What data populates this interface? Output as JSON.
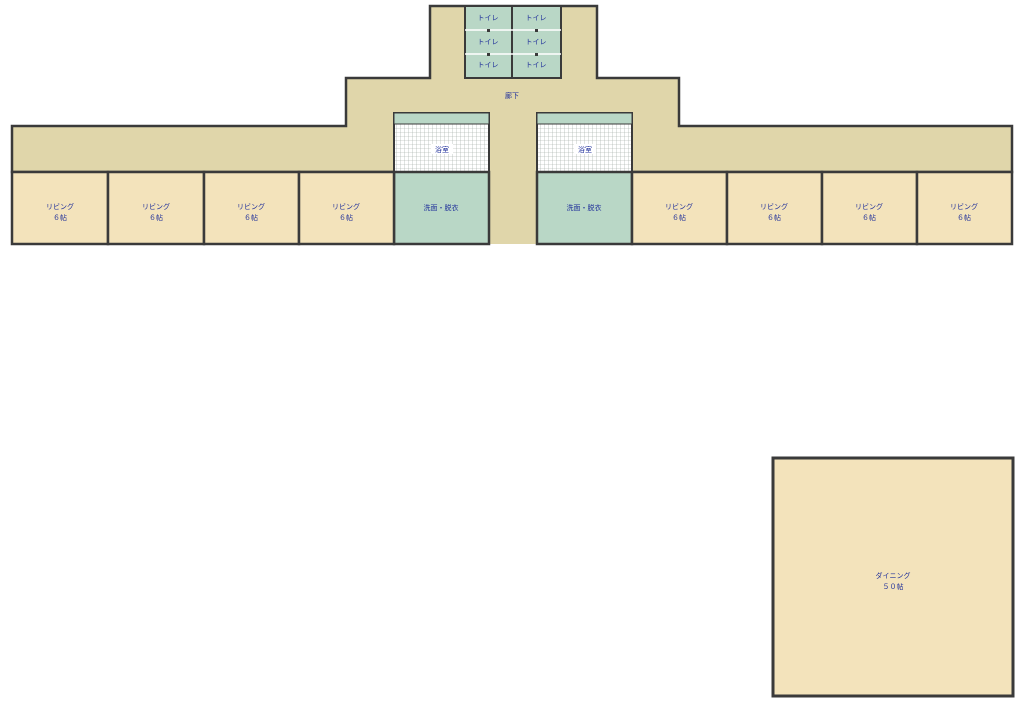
{
  "colors": {
    "corridor": "#e0d6aa",
    "living": "#f3e3bb",
    "wet": "#b9d7c6",
    "wall": "#3a3a3a",
    "label": "#1f2f9a"
  },
  "corridor": {
    "label": "廊下"
  },
  "toilets": [
    {
      "label": "トイレ"
    },
    {
      "label": "トイレ"
    },
    {
      "label": "トイレ"
    },
    {
      "label": "トイレ"
    },
    {
      "label": "トイレ"
    },
    {
      "label": "トイレ"
    }
  ],
  "bathrooms": [
    {
      "label": "浴室"
    },
    {
      "label": "浴室"
    }
  ],
  "washrooms": [
    {
      "label": "洗面・脱衣"
    },
    {
      "label": "洗面・脱衣"
    }
  ],
  "livings": [
    {
      "name": "リビング",
      "size": "６帖"
    },
    {
      "name": "リビング",
      "size": "６帖"
    },
    {
      "name": "リビング",
      "size": "６帖"
    },
    {
      "name": "リビング",
      "size": "６帖"
    },
    {
      "name": "リビング",
      "size": "６帖"
    },
    {
      "name": "リビング",
      "size": "６帖"
    },
    {
      "name": "リビング",
      "size": "６帖"
    },
    {
      "name": "リビング",
      "size": "６帖"
    }
  ],
  "dining": {
    "name": "ダイニング",
    "size": "５０帖"
  }
}
